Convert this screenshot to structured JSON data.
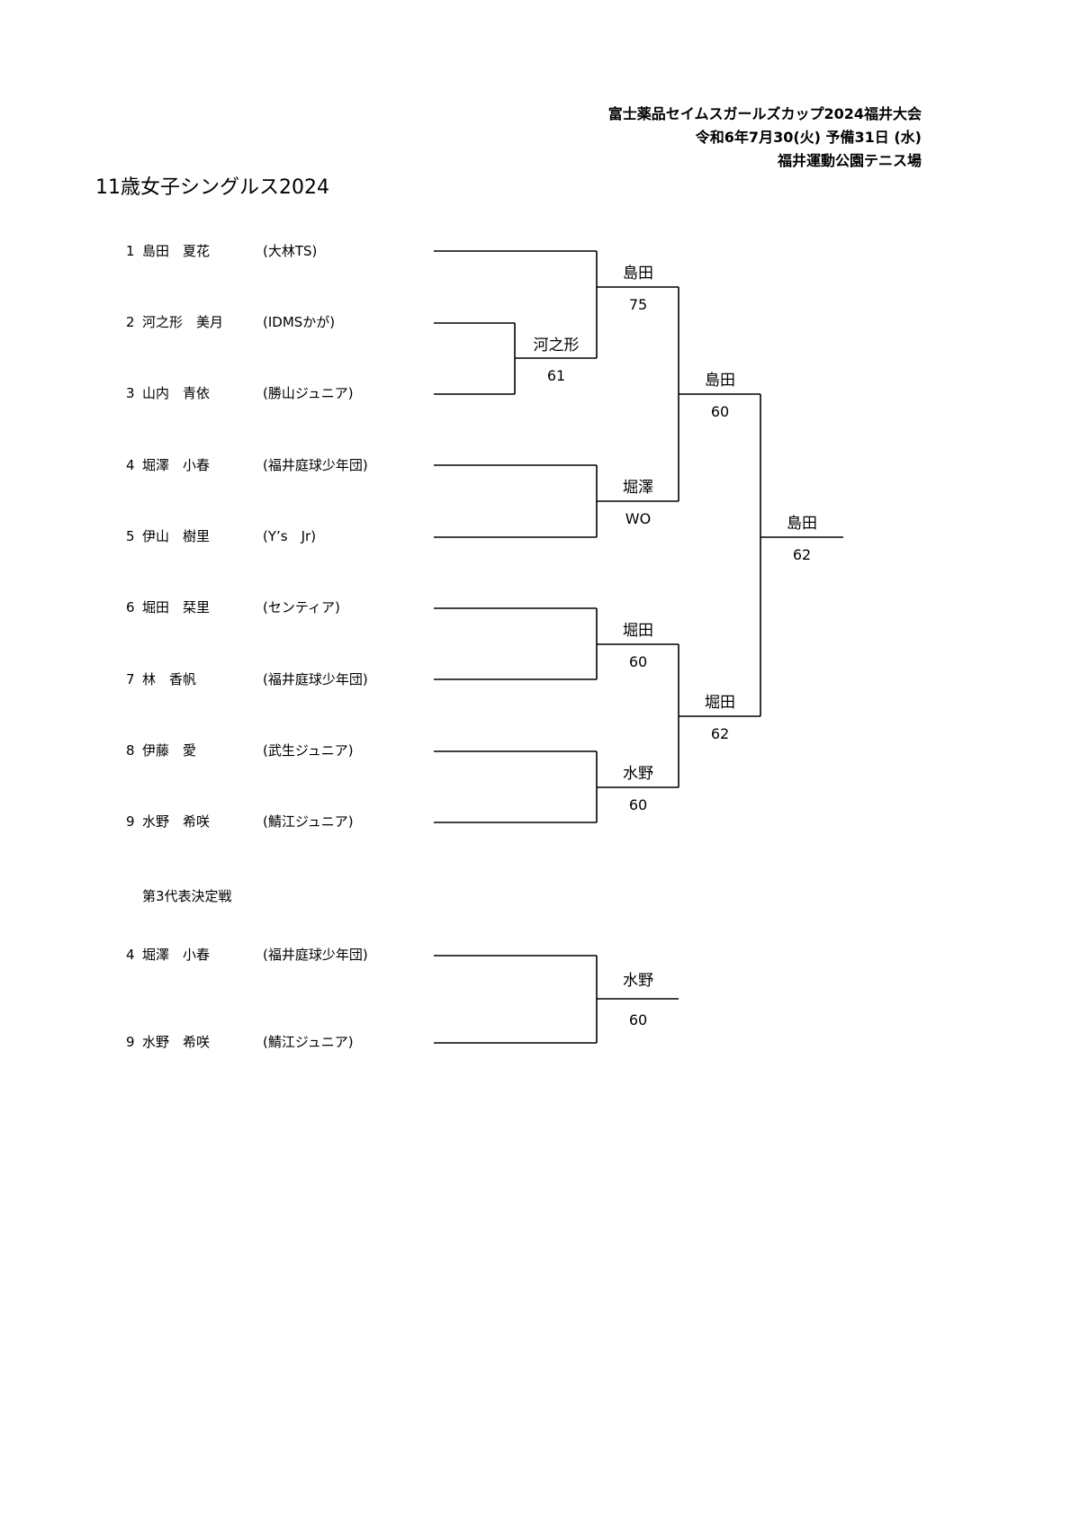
{
  "header": {
    "event": "富士薬品セイムスガールズカップ2024福井大会",
    "date": "令和6年7月30(火) 予備31日 (水)",
    "venue": "福井運動公園テニス場"
  },
  "title": "11歳女子シングルス2024",
  "players": [
    {
      "num": "1",
      "name": "島田　夏花",
      "club": "(大林TS)"
    },
    {
      "num": "2",
      "name": "河之形　美月",
      "club": "(IDMSかが)"
    },
    {
      "num": "3",
      "name": "山内　青依",
      "club": "(勝山ジュニア)"
    },
    {
      "num": "4",
      "name": "堀澤　小春",
      "club": "(福井庭球少年団)"
    },
    {
      "num": "5",
      "name": "伊山　樹里",
      "club": "(Y’s　Jr)"
    },
    {
      "num": "6",
      "name": "堀田　栞里",
      "club": "(センティア)"
    },
    {
      "num": "7",
      "name": "林　香帆",
      "club": "(福井庭球少年団)"
    },
    {
      "num": "8",
      "name": "伊藤　愛",
      "club": "(武生ジュニア)"
    },
    {
      "num": "9",
      "name": "水野　希咲",
      "club": "(鯖江ジュニア)"
    }
  ],
  "results": {
    "m23": {
      "winner": "河之形",
      "score": "61"
    },
    "qf1": {
      "winner": "島田",
      "score": "75"
    },
    "qf2": {
      "winner": "堀澤",
      "score": "WO"
    },
    "qf3": {
      "winner": "堀田",
      "score": "60"
    },
    "qf4": {
      "winner": "水野",
      "score": "60"
    },
    "sf1": {
      "winner": "島田",
      "score": "60"
    },
    "sf2": {
      "winner": "堀田",
      "score": "62"
    },
    "final": {
      "winner": "島田",
      "score": "62"
    }
  },
  "third_place": {
    "label": "第3代表決定戦",
    "players": [
      {
        "num": "4",
        "name": "堀澤　小春",
        "club": "(福井庭球少年団)"
      },
      {
        "num": "9",
        "name": "水野　希咲",
        "club": "(鯖江ジュニア)"
      }
    ],
    "result": {
      "winner": "水野",
      "score": "60"
    }
  }
}
